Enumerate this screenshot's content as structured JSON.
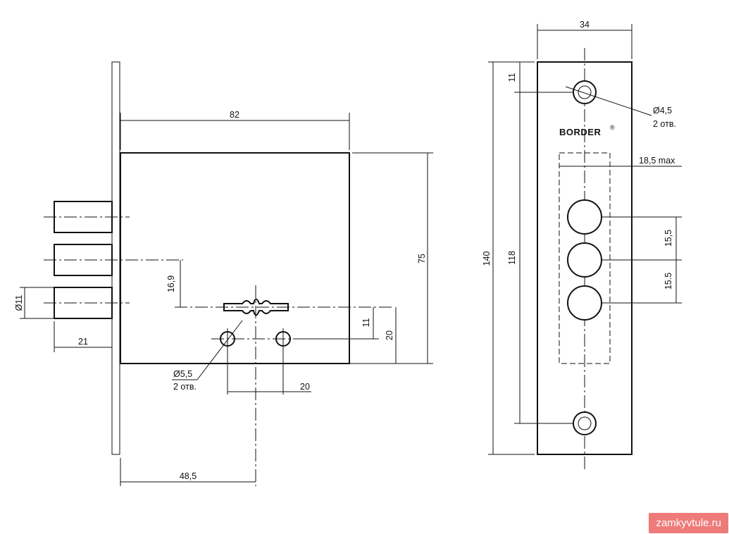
{
  "side_view": {
    "dimensions": {
      "body_width": "82",
      "body_height": "75",
      "backset": "48,5",
      "bolt_projection": "21",
      "bolt_diameter": "Ø11",
      "keyhole_height": "16,9",
      "hole_offset": "11",
      "hole_row_height": "20",
      "hole_spacing": "20"
    },
    "hole_note": {
      "diameter": "Ø5,5",
      "count": "2 отв."
    }
  },
  "front_view": {
    "brand": "BORDER",
    "registered_mark": "®",
    "dimensions": {
      "faceplate_width": "34",
      "faceplate_height": "140",
      "screw_spacing": "118",
      "screw_offset": "11",
      "bolt_zone": "18,5 max",
      "bolt_pitch_1": "15,5",
      "bolt_pitch_2": "15.5"
    },
    "hole_note": {
      "diameter": "Ø4,5",
      "count": "2 отв."
    }
  },
  "watermark": "zamkyvtule.ru",
  "colors": {
    "line": "#111111",
    "watermark_bg": "#ef7a7a",
    "watermark_text": "#ffffff"
  }
}
